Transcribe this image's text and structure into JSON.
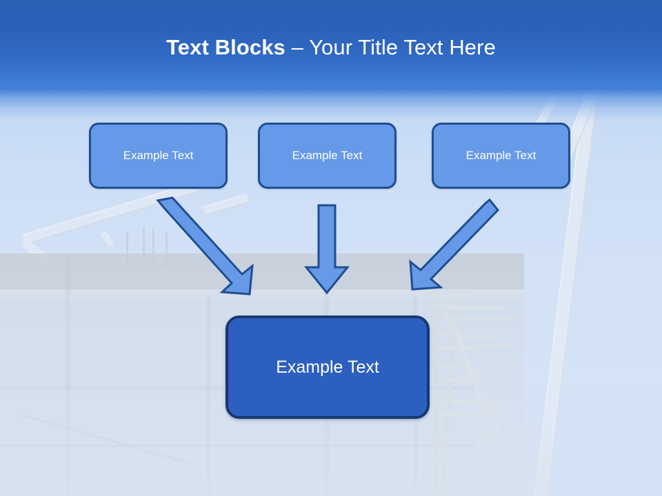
{
  "slide": {
    "title": {
      "bold_part": "Text Blocks",
      "separator": " – ",
      "regular_part": "Your Title Text Here",
      "full": "Text Blocks – Your Title Text Here"
    },
    "colors": {
      "header_top": "#2a5fb5",
      "header_bottom": "#4480dc",
      "sky_light": "#cfe0f7",
      "top_box_fill": "#6699e8",
      "top_box_border": "#1f4e8f",
      "bottom_box_fill": "#2c5fbf",
      "bottom_box_border": "#18386e",
      "arrow_fill": "#6699e8",
      "arrow_border": "#1f4e8f",
      "title_text": "#ffffff",
      "box_text": "#ffffff"
    },
    "background": {
      "description": "faded construction site photo with crane boom, rebar, scaffolding and building frame"
    }
  },
  "boxes": {
    "top": [
      {
        "label": "Example Text",
        "name": "box-top-left"
      },
      {
        "label": "Example Text",
        "name": "box-top-middle"
      },
      {
        "label": "Example Text",
        "name": "box-top-right"
      }
    ],
    "bottom": {
      "label": "Example Text",
      "name": "box-bottom"
    }
  },
  "arrows": [
    {
      "name": "arrow-left-diagonal",
      "direction": "down-right"
    },
    {
      "name": "arrow-middle-straight",
      "direction": "down"
    },
    {
      "name": "arrow-right-diagonal",
      "direction": "down-left"
    }
  ]
}
